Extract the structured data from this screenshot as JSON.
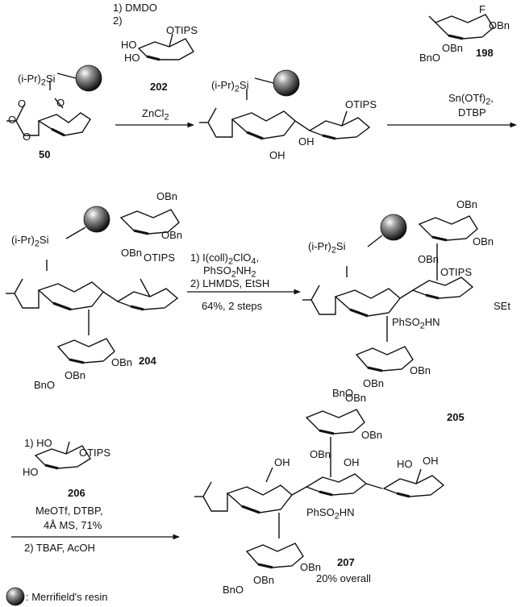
{
  "scheme": {
    "step1": {
      "reagent_1": "1) DMDO",
      "reagent_2": "2)",
      "reagent_otips": "OTIPS",
      "reagent_ho1": "HO",
      "reagent_ho2": "HO",
      "reagent_number": "202",
      "condition": "ZnCl",
      "condition_sub": "2"
    },
    "step2": {
      "donor_f": "F",
      "donor_obn1": "OBn",
      "donor_obn2": "OBn",
      "donor_bno": "BnO",
      "donor_number": "198",
      "condition_1": "Sn(OTf)",
      "condition_1_sub": "2",
      "condition_1_end": ",",
      "condition_2": "DTBP"
    },
    "step3": {
      "condition_1": "1) I(coll)",
      "condition_1_sub": "2",
      "condition_1_end": "ClO",
      "condition_1_sub2": "4",
      "condition_1_tail": ",",
      "condition_2": "PhSO",
      "condition_2_sub": "2",
      "condition_2_end": "NH",
      "condition_2_sub2": "2",
      "condition_3": "2) LHMDS, EtSH",
      "yield": "64%, 2 steps"
    },
    "step4": {
      "reagent_1": "1) HO",
      "reagent_otips": "OTIPS",
      "reagent_ho": "HO",
      "reagent_number": "206",
      "condition_1": "MeOTf, DTBP,",
      "condition_2": "4Å MS, 71%",
      "condition_3": "2) TBAF, AcOH"
    },
    "compounds": {
      "c50": {
        "number": "50",
        "ipr": "(i-Pr)",
        "ipr_sub": "2",
        "si": "Si",
        "o1": "O",
        "o2": "O",
        "o3": "O",
        "o4": "O"
      },
      "intermediate": {
        "ipr": "(i-Pr)",
        "ipr_sub": "2",
        "si": "Si",
        "otips": "OTIPS",
        "oh1": "OH",
        "oh2": "OH"
      },
      "c204": {
        "number": "204",
        "ipr": "(i-Pr)",
        "ipr_sub": "2",
        "si": "Si",
        "obn1": "OBn",
        "obn2": "OBn",
        "obn3": "OBn",
        "otips": "OTIPS",
        "obn4": "OBn",
        "obn5": "OBn",
        "bno": "BnO"
      },
      "c205": {
        "number": "205",
        "ipr": "(i-Pr)",
        "ipr_sub": "2",
        "si": "Si",
        "obn1": "OBn",
        "obn2": "OBn",
        "obn3": "OBn",
        "otips": "OTIPS",
        "set": "SEt",
        "phso2nh": "PhSO",
        "phso2nh_sub": "2",
        "phso2nh_end": "HN",
        "obn4": "OBn",
        "obn5": "OBn",
        "bno": "BnO"
      },
      "c207": {
        "number": "207",
        "yield": "20% overall",
        "obn1": "OBn",
        "obn2": "OBn",
        "obn3": "OBn",
        "oh1": "OH",
        "oh2": "OH",
        "ho1": "HO",
        "oh3": "OH",
        "phso2hn": "PhSO",
        "phso2hn_sub": "2",
        "phso2hn_end": "HN",
        "obn4": "OBn",
        "obn5": "OBn",
        "bno": "BnO"
      }
    },
    "legend": {
      "text": ": Merrifield's resin"
    }
  }
}
